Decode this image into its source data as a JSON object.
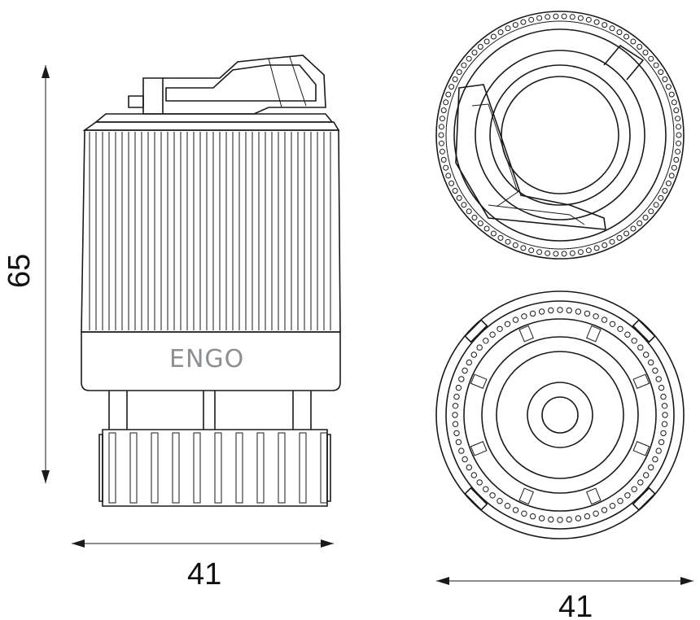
{
  "brand": {
    "text": "ENGO",
    "color": "#8a8f93",
    "accent": "#8dc63f"
  },
  "dimensions": {
    "height_label": "65",
    "side_width_label": "41",
    "bottom_width_label": "41"
  },
  "colors": {
    "line": "#1a1a1a",
    "background": "#ffffff"
  }
}
